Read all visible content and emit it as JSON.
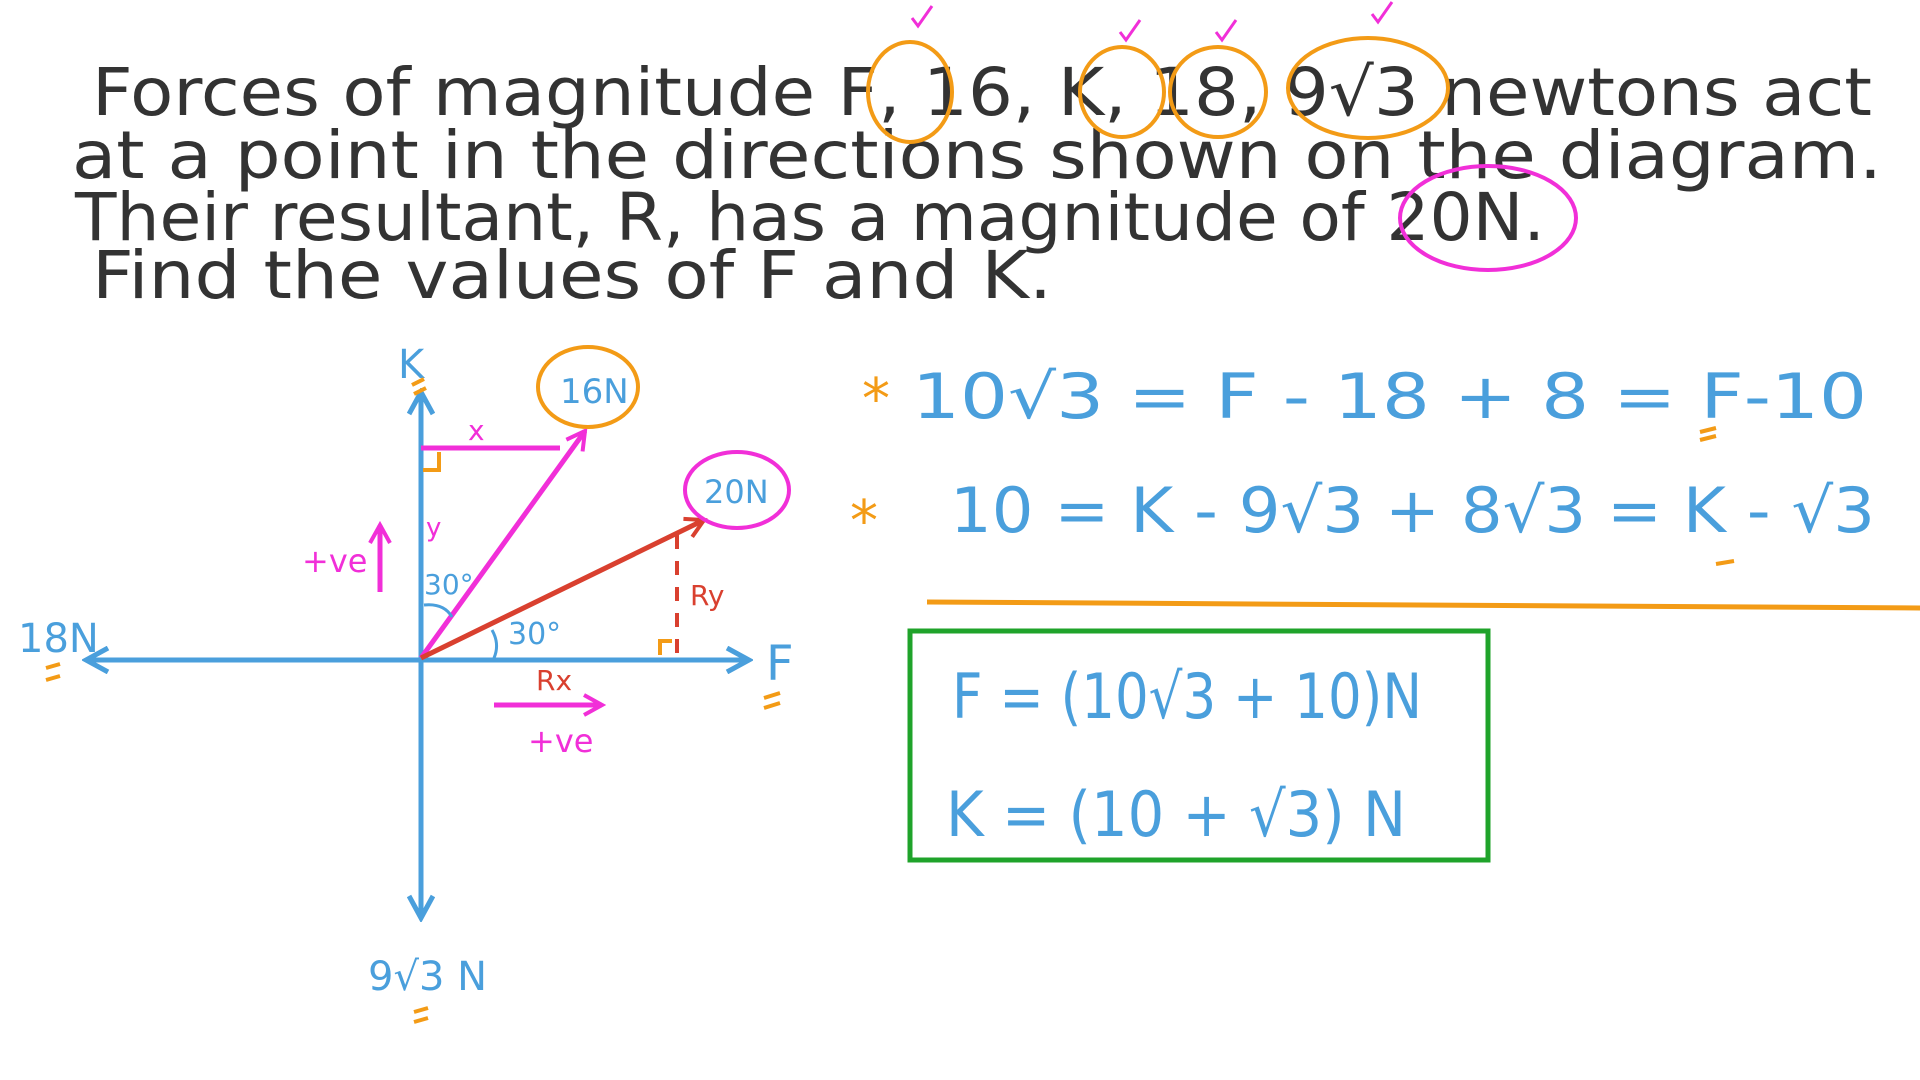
{
  "question": {
    "line1": "Forces of magnitude F, 16, K, 18, 9√3 newtons act",
    "line2": "at a point in the directions shown on the diagram.",
    "line3": "Their resultant, R, has a magnitude of 20N.",
    "line4": "Find the values of F and K."
  },
  "diagram": {
    "label_k": "K",
    "label_16n": "16N",
    "label_20n": "20N",
    "label_18n": "18N",
    "label_f": "F",
    "label_9r3n": "9√3 N",
    "label_x": "x",
    "label_y": "y",
    "angle_1": "30°",
    "angle_2": "30°",
    "label_rx": "Rx",
    "label_ry": "Ry",
    "positive_up": "+ve",
    "positive_right": "+ve"
  },
  "working": {
    "eq1_star": "*",
    "eq1": "10√3  =  F - 18 + 8  =  F-10",
    "eq2_star": "*",
    "eq2": "10  =  K - 9√3 + 8√3 = K - √3"
  },
  "answer": {
    "f": "F = (10√3 + 10)N",
    "k": "K = (10 + √3) N"
  },
  "colors": {
    "text": "#333333",
    "blue": "#4a9fdc",
    "pink": "#f12fd8",
    "orange": "#f39b16",
    "red": "#d9402f",
    "green": "#1fa32a"
  }
}
